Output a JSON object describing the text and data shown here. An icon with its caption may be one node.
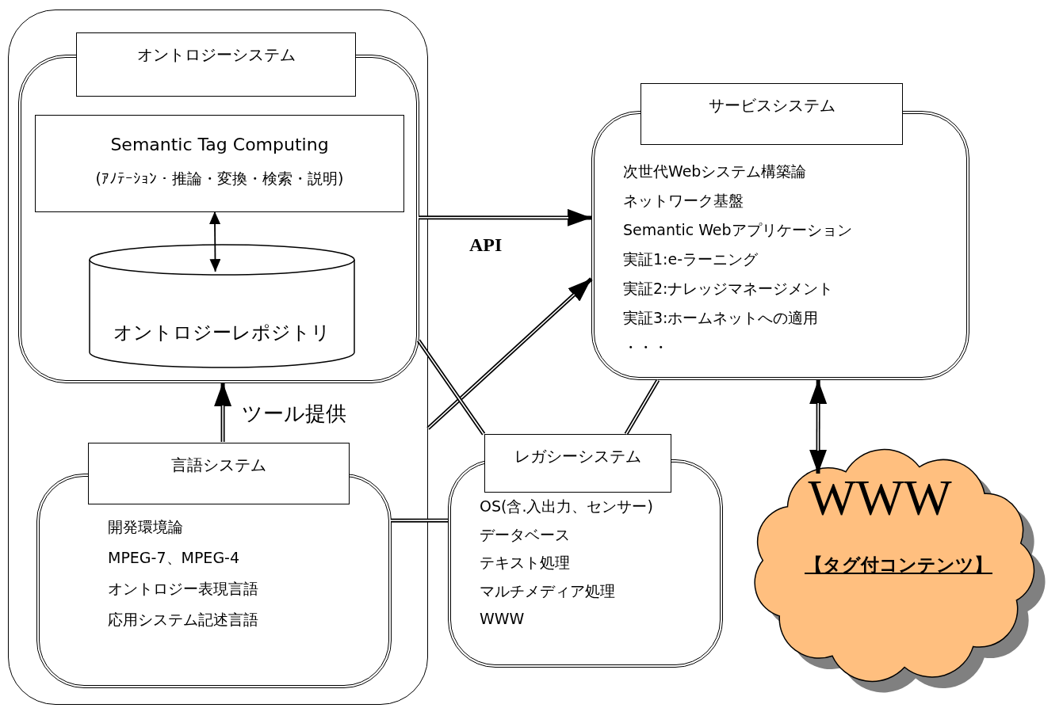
{
  "diagram": {
    "nodes": [
      {
        "text": [],
        "shape": "box"
      },
      {
        "text": [
          "オントロジーシステム"
        ],
        "in": 0
      },
      {
        "text": [
          "Semantic Tag Computing",
          "(ｱﾉﾃｰｼｮﾝ・推論・変換・検索・説明)"
        ],
        "in": 1
      },
      {
        "text": [
          "オントロジーレポジトリ"
        ],
        "in": 1
      },
      {
        "text": [
          "言語システム",
          "開発環境論",
          "MPEG-7、MPEG-4",
          "オントロジー表現言語",
          "応用システム記述言語"
        ],
        "in": 0
      },
      {
        "text": [
          "サービスシステム",
          "次世代Webシステム構築論",
          "ネットワーク基盤",
          "Semantic Webアプリケーション",
          "実証1:e-ラーニング",
          "実証2:ナレッジマネージメント",
          "実証3:ホームネットへの適用",
          "・・・"
        ]
      },
      {
        "text": [
          "レガシーシステム",
          "OS(含.入出力、センサー)",
          "データベース",
          "テキスト処理",
          "マルチメディア処理",
          "WWW"
        ]
      },
      {
        "text": [
          "WWW",
          "【タグ付コンテンツ】"
        ]
      }
    ],
    "edges": [
      {
        "from": 2,
        "to": 3,
        "arrow": "both"
      },
      {
        "from": 4,
        "to": 1,
        "arrow": "to",
        "label": "ツール提供"
      },
      {
        "from": 1,
        "to": 5,
        "arrow": "to",
        "label": "API"
      },
      {
        "from": 0,
        "to": 5,
        "arrow": "to"
      },
      {
        "from": 1,
        "to": 6,
        "arrow": "none"
      },
      {
        "from": 6,
        "to": 5,
        "arrow": "none"
      },
      {
        "from": 4,
        "to": 6,
        "arrow": "none"
      },
      {
        "from": 5,
        "to": 7,
        "arrow": "both"
      }
    ]
  }
}
